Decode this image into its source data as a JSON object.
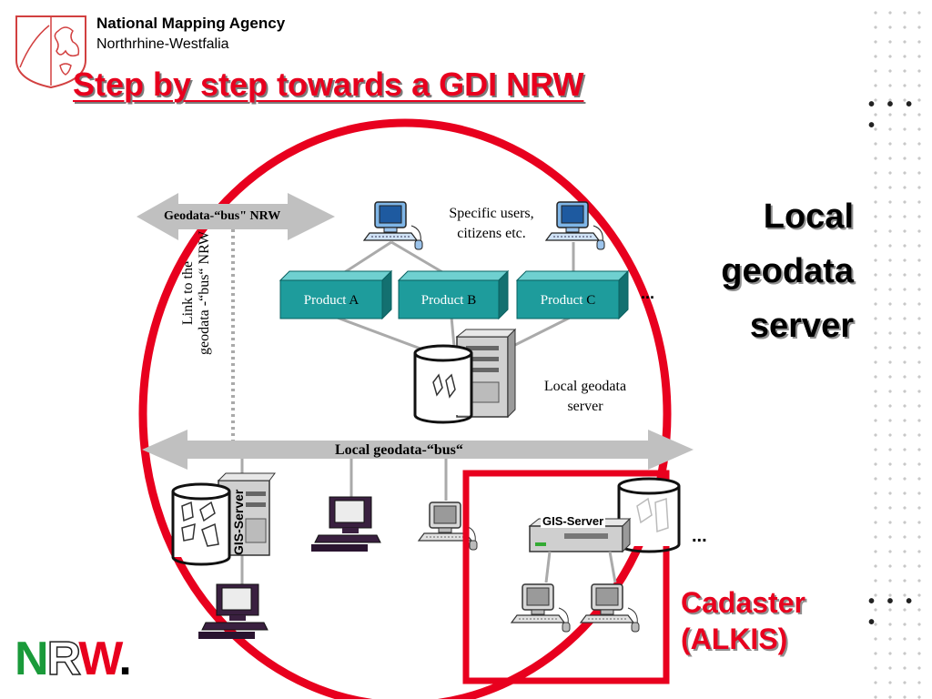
{
  "header": {
    "agency_name": "National Mapping Agency",
    "agency_region": "Northrhine-Westfalia",
    "title": "Step by step towards a GDI NRW"
  },
  "sidebar_title": {
    "line1": "Local",
    "line2": "geodata",
    "line3": "server",
    "ellipsis": "..."
  },
  "cadaster": {
    "line1": "Cadaster",
    "line2": "(ALKIS)"
  },
  "diagram": {
    "bus_nrw_label": "Geodata-“bus\" NRW",
    "link_label_line1": "Link to the",
    "link_label_line2": "geodata -“bus“ NRW",
    "users_label_line1": "Specific users,",
    "users_label_line2": "citizens etc.",
    "products": [
      {
        "prefix": "Product ",
        "suffix": "A"
      },
      {
        "prefix": "Product ",
        "suffix": "B"
      },
      {
        "prefix": "Product ",
        "suffix": "C"
      }
    ],
    "server_label_line1": "Local geodata",
    "server_label_line2": "server",
    "local_bus_label": "Local geodata-“bus“",
    "gis_server_label": "GIS-Server",
    "gis_server_vertical_label": "GIS-Server",
    "ellipsis": "..."
  },
  "logo": {
    "letters": [
      "N",
      "R",
      "W",
      "."
    ],
    "colors": {
      "N": "#1a9a3a",
      "R": "#ffffff",
      "W": "#e8001e",
      "dot": "#000000"
    }
  },
  "colors": {
    "accent_red": "#e8001e",
    "product_teal": "#1e9c9c",
    "bus_grey": "#c0c0c0"
  }
}
